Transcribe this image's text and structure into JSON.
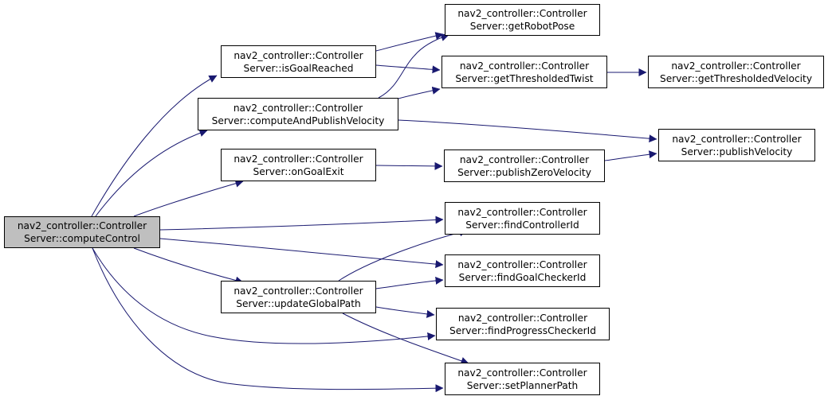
{
  "colors": {
    "edge": "#191970",
    "root_fill": "#bfbfbf",
    "node_fill": "#ffffff",
    "border": "#000000"
  },
  "nodes": {
    "computeControl": {
      "line1": "nav2_controller::Controller",
      "line2": "Server::computeControl"
    },
    "isGoalReached": {
      "line1": "nav2_controller::Controller",
      "line2": "Server::isGoalReached"
    },
    "computeAndPublishVelocity": {
      "line1": "nav2_controller::Controller",
      "line2": "Server::computeAndPublishVelocity"
    },
    "onGoalExit": {
      "line1": "nav2_controller::Controller",
      "line2": "Server::onGoalExit"
    },
    "updateGlobalPath": {
      "line1": "nav2_controller::Controller",
      "line2": "Server::updateGlobalPath"
    },
    "getRobotPose": {
      "line1": "nav2_controller::Controller",
      "line2": "Server::getRobotPose"
    },
    "getThresholdedTwist": {
      "line1": "nav2_controller::Controller",
      "line2": "Server::getThresholdedTwist"
    },
    "getThresholdedVelocity": {
      "line1": "nav2_controller::Controller",
      "line2": "Server::getThresholdedVelocity"
    },
    "publishVelocity": {
      "line1": "nav2_controller::Controller",
      "line2": "Server::publishVelocity"
    },
    "publishZeroVelocity": {
      "line1": "nav2_controller::Controller",
      "line2": "Server::publishZeroVelocity"
    },
    "findControllerId": {
      "line1": "nav2_controller::Controller",
      "line2": "Server::findControllerId"
    },
    "findGoalCheckerId": {
      "line1": "nav2_controller::Controller",
      "line2": "Server::findGoalCheckerId"
    },
    "findProgressCheckerId": {
      "line1": "nav2_controller::Controller",
      "line2": "Server::findProgressCheckerId"
    },
    "setPlannerPath": {
      "line1": "nav2_controller::Controller",
      "line2": "Server::setPlannerPath"
    }
  },
  "edges": [
    {
      "from": "computeControl",
      "to": "isGoalReached"
    },
    {
      "from": "computeControl",
      "to": "computeAndPublishVelocity"
    },
    {
      "from": "computeControl",
      "to": "onGoalExit"
    },
    {
      "from": "computeControl",
      "to": "findControllerId"
    },
    {
      "from": "computeControl",
      "to": "findGoalCheckerId"
    },
    {
      "from": "computeControl",
      "to": "updateGlobalPath"
    },
    {
      "from": "computeControl",
      "to": "findProgressCheckerId"
    },
    {
      "from": "computeControl",
      "to": "setPlannerPath"
    },
    {
      "from": "isGoalReached",
      "to": "getRobotPose"
    },
    {
      "from": "isGoalReached",
      "to": "getThresholdedTwist"
    },
    {
      "from": "computeAndPublishVelocity",
      "to": "getRobotPose"
    },
    {
      "from": "computeAndPublishVelocity",
      "to": "getThresholdedTwist"
    },
    {
      "from": "computeAndPublishVelocity",
      "to": "publishVelocity"
    },
    {
      "from": "getThresholdedTwist",
      "to": "getThresholdedVelocity"
    },
    {
      "from": "onGoalExit",
      "to": "publishZeroVelocity"
    },
    {
      "from": "publishZeroVelocity",
      "to": "publishVelocity"
    },
    {
      "from": "updateGlobalPath",
      "to": "findControllerId"
    },
    {
      "from": "updateGlobalPath",
      "to": "findGoalCheckerId"
    },
    {
      "from": "updateGlobalPath",
      "to": "findProgressCheckerId"
    },
    {
      "from": "updateGlobalPath",
      "to": "setPlannerPath"
    }
  ]
}
